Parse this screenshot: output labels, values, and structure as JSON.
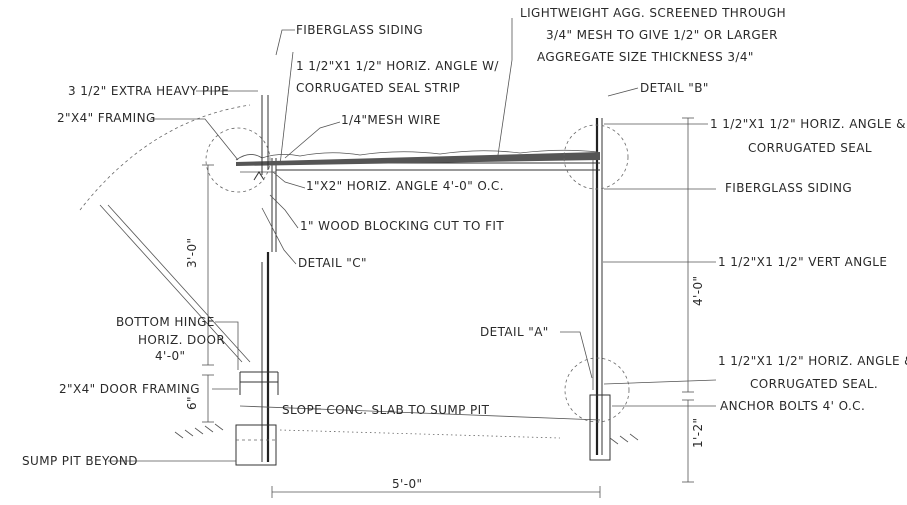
{
  "labels": {
    "aggregate": [
      "LIGHTWEIGHT  AGG. SCREENED  THROUGH",
      "3/4\"  MESH TO  GIVE  1/2\"  OR  LARGER",
      "AGGREGATE  SIZE  THICKNESS 3/4\""
    ],
    "fiberglass_top": "FIBERGLASS  SIDING",
    "pipe": "3 1/2\"  EXTRA HEAVY  PIPE",
    "framing": "2\"X4\"  FRAMING",
    "horiz_angle_left": [
      "1 1/2\"X1 1/2\"  HORIZ. ANGLE W/",
      "CORRUGATED  SEAL  STRIP"
    ],
    "mesh_wire": "1/4\"MESH  WIRE",
    "detail_b": "DETAIL \"B\"",
    "horiz_angle_right_top": [
      "1 1/2\"X1 1/2\"  HORIZ.  ANGLE &",
      "CORRUGATED  SEAL"
    ],
    "horiz_angle_4ft": "1\"X2\"  HORIZ.  ANGLE  4'-0\" O.C.",
    "fiberglass_right": "FIBERGLASS  SIDING",
    "wood_blocking": "1\"  WOOD  BLOCKING  CUT  TO  FIT",
    "detail_c": "DETAIL \"C\"",
    "vert_angle": "1 1/2\"X1 1/2\"  VERT  ANGLE",
    "bottom_hinge": [
      "BOTTOM  HINGE",
      "HORIZ.  DOOR",
      "4'-0\""
    ],
    "detail_a": "DETAIL \"A\"",
    "horiz_angle_right_bottom": [
      "1 1/2\"X1 1/2\" HORIZ.  ANGLE &",
      "CORRUGATED  SEAL."
    ],
    "anchor_bolts": "ANCHOR  BOLTS  4' O.C.",
    "door_framing": "2\"X4\"  DOOR  FRAMING",
    "slope_slab": "SLOPE  CONC.  SLAB  TO  SUMP  PIT",
    "sump_pit": "SUMP  PIT  BEYOND"
  },
  "dimensions": {
    "left_height": "3'-0\"",
    "right_height": "4'-0\"",
    "left_base": "6\"",
    "right_base": "1'-2\"",
    "width": "5'-0\""
  }
}
